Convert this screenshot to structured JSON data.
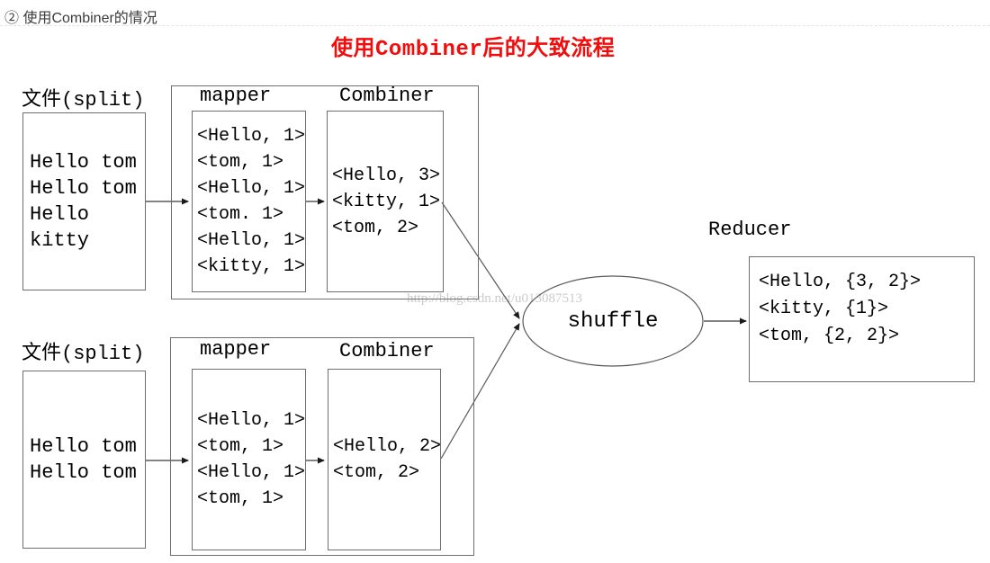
{
  "header": {
    "section_heading": "② 使用Combiner的情况",
    "title": "使用Combiner后的大致流程"
  },
  "watermark": "http://blog.csdn.net/u013087513",
  "split1": {
    "label": "文件(split)",
    "lines": [
      "Hello tom",
      "Hello tom",
      "Hello",
      "kitty"
    ]
  },
  "group1": {
    "mapper_label": "mapper",
    "combiner_label": "Combiner",
    "mapper_lines": [
      "<Hello, 1>",
      "<tom, 1>",
      "<Hello, 1>",
      "<tom. 1>",
      "<Hello, 1>",
      "<kitty, 1>"
    ],
    "combiner_lines": [
      "<Hello, 3>",
      "<kitty, 1>",
      "<tom, 2>"
    ]
  },
  "split2": {
    "label": "文件(split)",
    "lines": [
      "Hello tom",
      "Hello tom"
    ]
  },
  "group2": {
    "mapper_label": "mapper",
    "combiner_label": "Combiner",
    "mapper_lines": [
      "<Hello, 1>",
      "<tom, 1>",
      "<Hello, 1>",
      "<tom, 1>"
    ],
    "combiner_lines": [
      "<Hello, 2>",
      "<tom, 2>"
    ]
  },
  "shuffle": {
    "label": "shuffle"
  },
  "reducer": {
    "label": "Reducer",
    "lines": [
      "<Hello, {3, 2}>",
      "<kitty, {1}>",
      "<tom, {2, 2}>"
    ]
  },
  "colors": {
    "title_red": "#f20d0d",
    "stroke_gray": "#5a5a5a",
    "box_border": "#6e6e6e",
    "watermark_gray": "#cbcbcb"
  }
}
